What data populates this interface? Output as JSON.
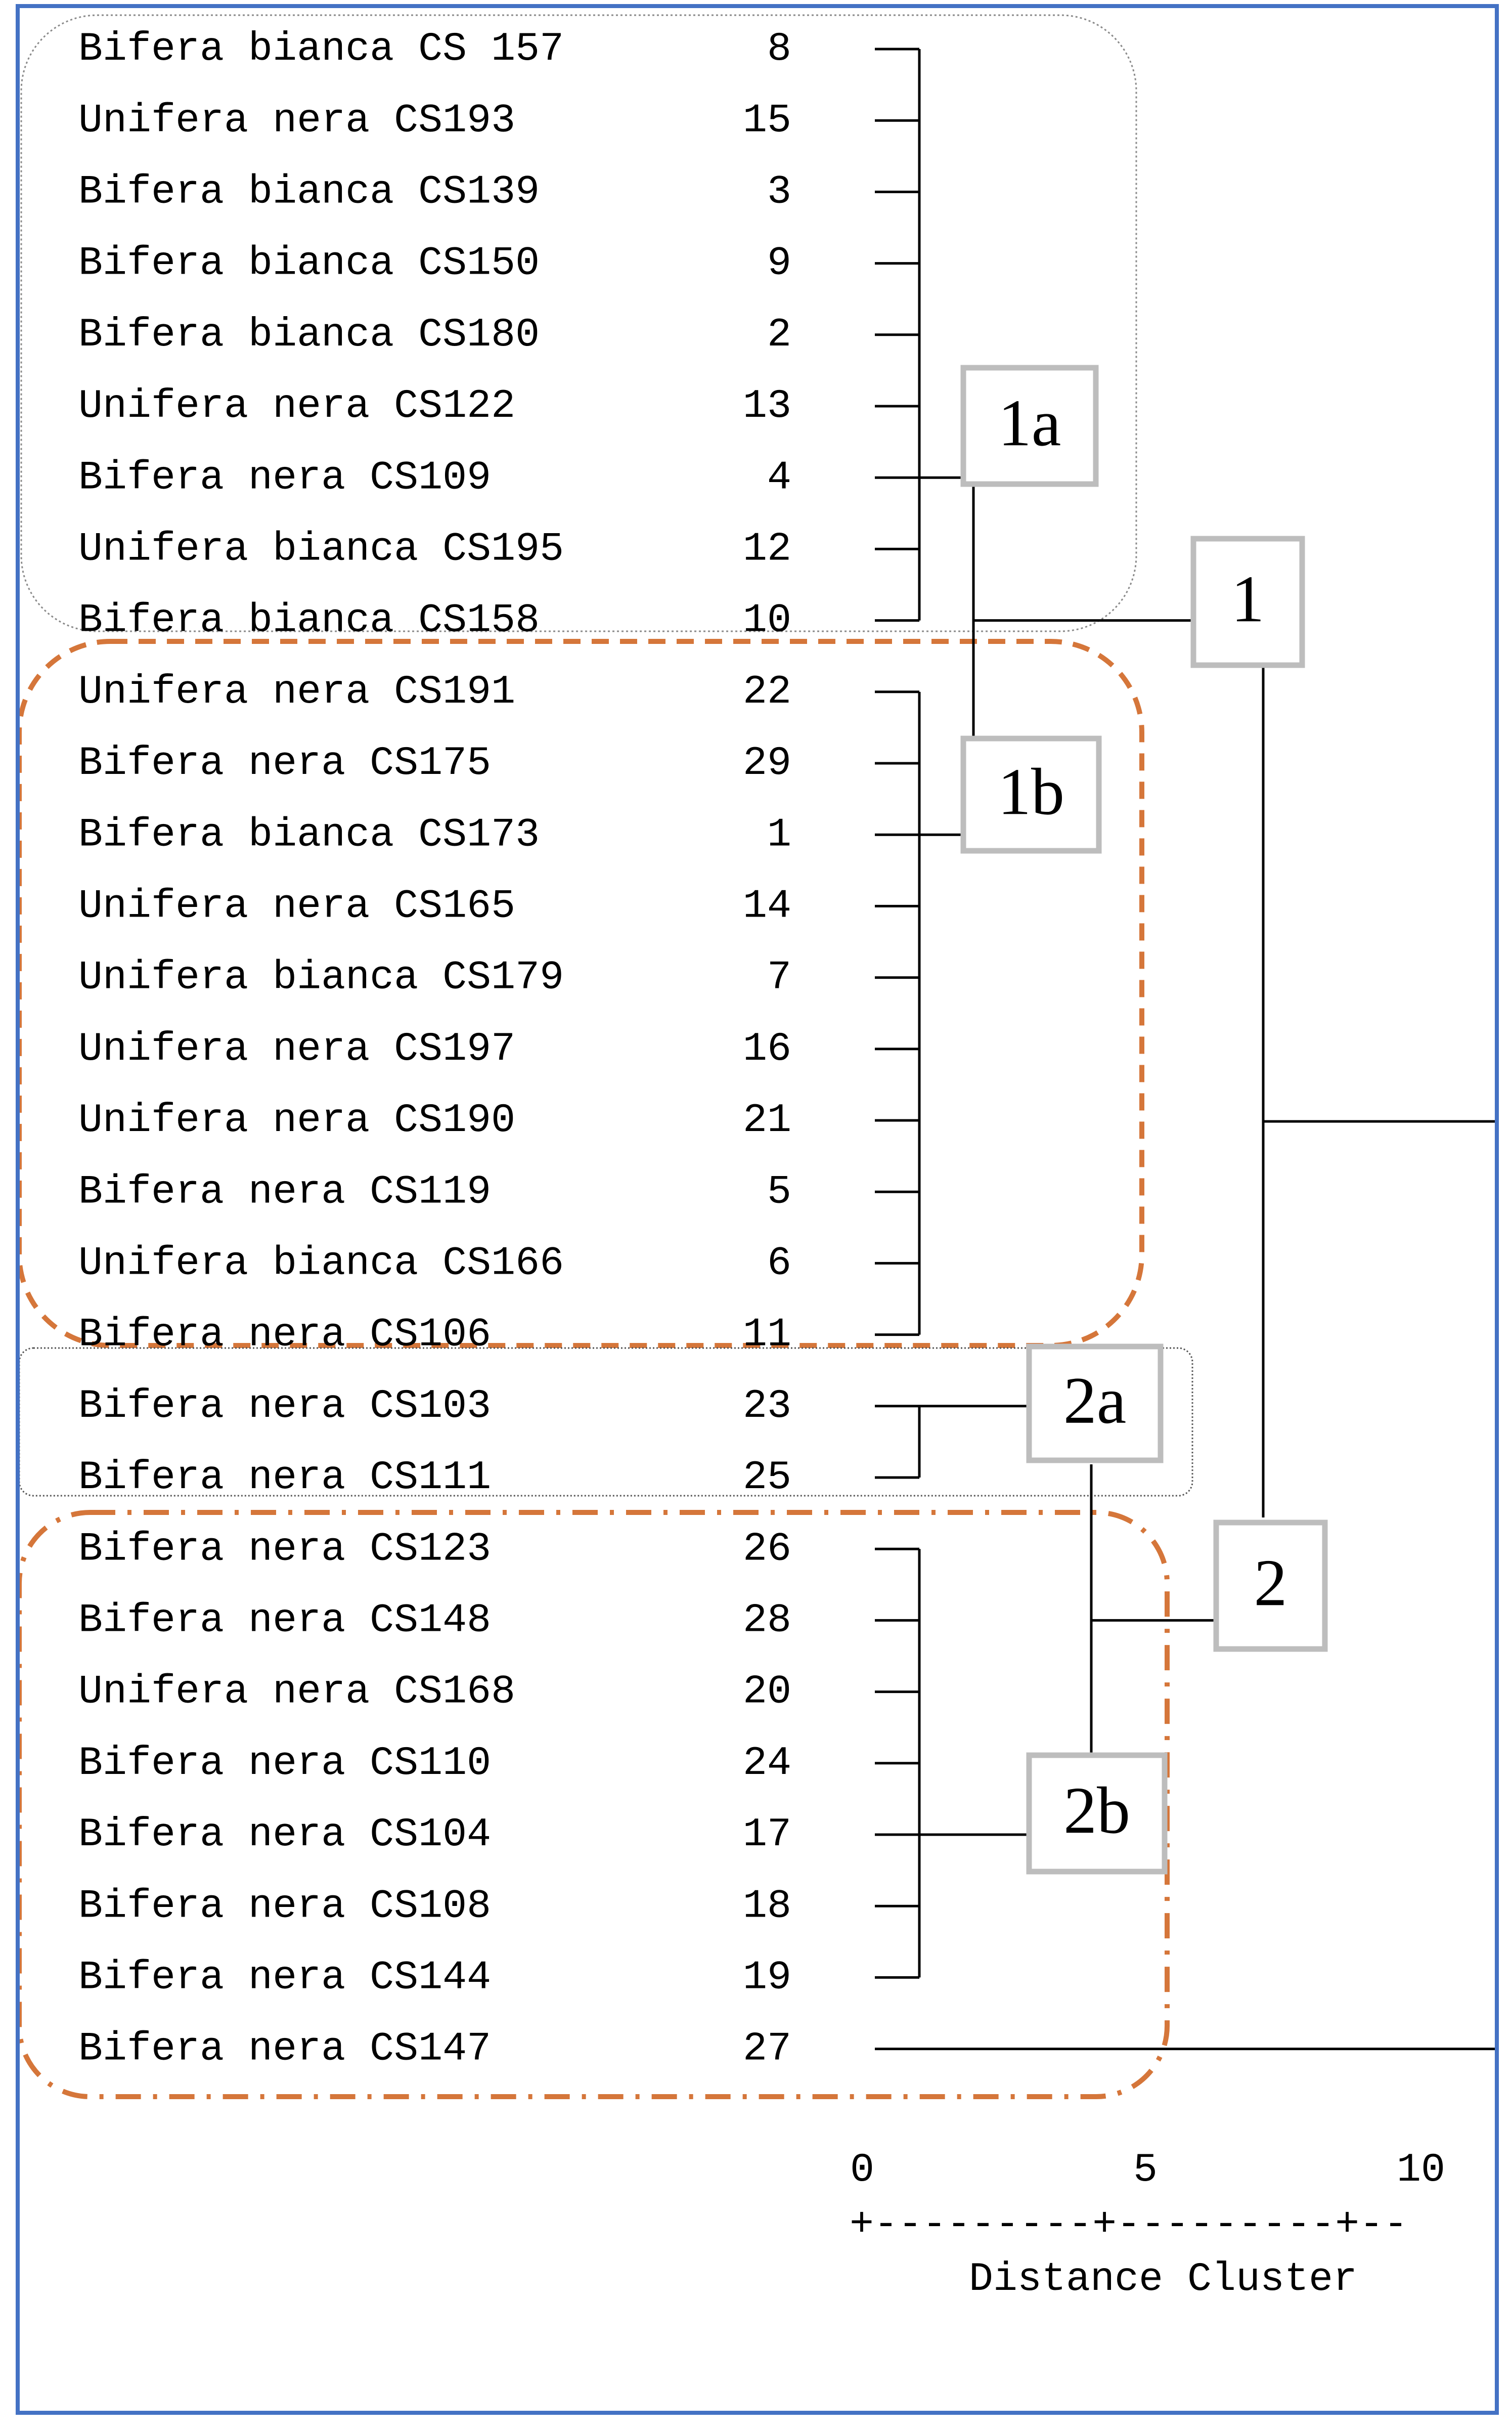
{
  "leaves": [
    {
      "label": "Bifera bianca CS 157",
      "id": "8"
    },
    {
      "label": "Unifera nera CS193",
      "id": "15"
    },
    {
      "label": "Bifera bianca CS139",
      "id": "3"
    },
    {
      "label": "Bifera bianca CS150",
      "id": "9"
    },
    {
      "label": "Bifera bianca CS180",
      "id": "2"
    },
    {
      "label": "Unifera nera CS122",
      "id": "13"
    },
    {
      "label": "Bifera nera CS109",
      "id": "4"
    },
    {
      "label": "Unifera bianca CS195",
      "id": "12"
    },
    {
      "label": "Bifera bianca CS158",
      "id": "10"
    },
    {
      "label": "Unifera nera CS191",
      "id": "22"
    },
    {
      "label": "Bifera nera CS175",
      "id": "29"
    },
    {
      "label": "Bifera bianca CS173",
      "id": "1"
    },
    {
      "label": "Unifera nera CS165",
      "id": "14"
    },
    {
      "label": "Unifera bianca CS179",
      "id": "7"
    },
    {
      "label": "Unifera nera CS197",
      "id": "16"
    },
    {
      "label": "Unifera nera CS190",
      "id": "21"
    },
    {
      "label": "Bifera nera CS119",
      "id": "5"
    },
    {
      "label": "Unifera bianca CS166",
      "id": "6"
    },
    {
      "label": "Bifera nera CS106",
      "id": "11"
    },
    {
      "label": "Bifera nera CS103",
      "id": "23"
    },
    {
      "label": "Bifera nera CS111",
      "id": "25"
    },
    {
      "label": "Bifera nera CS123",
      "id": "26"
    },
    {
      "label": "Bifera nera CS148",
      "id": "28"
    },
    {
      "label": "Unifera nera CS168",
      "id": "20"
    },
    {
      "label": "Bifera nera CS110",
      "id": "24"
    },
    {
      "label": "Bifera nera CS104",
      "id": "17"
    },
    {
      "label": "Bifera nera CS108",
      "id": "18"
    },
    {
      "label": "Bifera nera CS144",
      "id": "19"
    },
    {
      "label": "Bifera nera CS147",
      "id": "27"
    }
  ],
  "cluster_labels": [
    {
      "key": "c1a",
      "text": "1a"
    },
    {
      "key": "c1b",
      "text": "1b"
    },
    {
      "key": "c1",
      "text": "1"
    },
    {
      "key": "c2a",
      "text": "2a"
    },
    {
      "key": "c2b",
      "text": "2b"
    },
    {
      "key": "c2",
      "text": "2"
    }
  ],
  "axis": {
    "ticks": [
      "0",
      "5",
      "10"
    ],
    "scale_line": "+---------+---------+--",
    "title": "Distance Cluster"
  },
  "colors": {
    "frame": "#4472c4",
    "group_orange": "#d5763a",
    "group_gray": "#8a8a8a",
    "label_box_border": "#bdbdbd",
    "tree_line": "#000000",
    "text": "#000000"
  }
}
